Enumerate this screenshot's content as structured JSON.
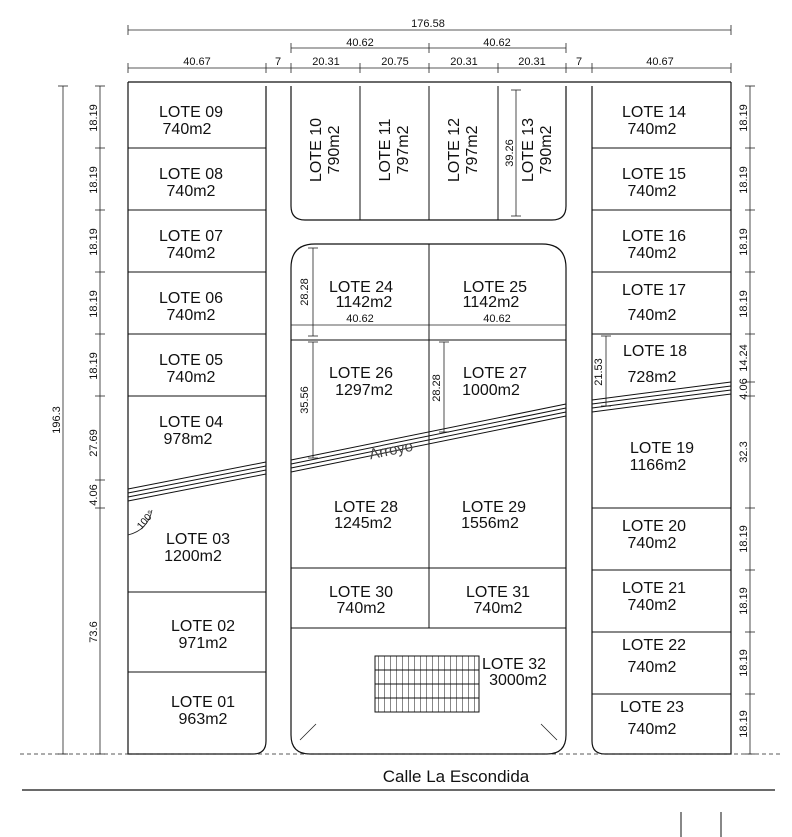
{
  "lots": [
    {
      "id": "lote-09",
      "name": "LOTE 09",
      "area": "740m2"
    },
    {
      "id": "lote-08",
      "name": "LOTE 08",
      "area": "740m2"
    },
    {
      "id": "lote-07",
      "name": "LOTE 07",
      "area": "740m2"
    },
    {
      "id": "lote-06",
      "name": "LOTE 06",
      "area": "740m2"
    },
    {
      "id": "lote-05",
      "name": "LOTE 05",
      "area": "740m2"
    },
    {
      "id": "lote-04",
      "name": "LOTE 04",
      "area": "978m2"
    },
    {
      "id": "lote-03",
      "name": "LOTE 03",
      "area": "1200m2"
    },
    {
      "id": "lote-02",
      "name": "LOTE 02",
      "area": "971m2"
    },
    {
      "id": "lote-01",
      "name": "LOTE 01",
      "area": "963m2"
    },
    {
      "id": "lote-10",
      "name": "LOTE 10",
      "area": "790m2"
    },
    {
      "id": "lote-11",
      "name": "LOTE 11",
      "area": "797m2"
    },
    {
      "id": "lote-12",
      "name": "LOTE 12",
      "area": "797m2"
    },
    {
      "id": "lote-13",
      "name": "LOTE 13",
      "area": "790m2"
    },
    {
      "id": "lote-24",
      "name": "LOTE 24",
      "area": "1142m2"
    },
    {
      "id": "lote-25",
      "name": "LOTE 25",
      "area": "1142m2"
    },
    {
      "id": "lote-26",
      "name": "LOTE 26",
      "area": "1297m2"
    },
    {
      "id": "lote-27",
      "name": "LOTE 27",
      "area": "1000m2"
    },
    {
      "id": "lote-28",
      "name": "LOTE 28",
      "area": "1245m2"
    },
    {
      "id": "lote-29",
      "name": "LOTE 29",
      "area": "1556m2"
    },
    {
      "id": "lote-30",
      "name": "LOTE 30",
      "area": "740m2"
    },
    {
      "id": "lote-31",
      "name": "LOTE 31",
      "area": "740m2"
    },
    {
      "id": "lote-32",
      "name": "LOTE 32",
      "area": "3000m2"
    },
    {
      "id": "lote-14",
      "name": "LOTE 14",
      "area": "740m2"
    },
    {
      "id": "lote-15",
      "name": "LOTE 15",
      "area": "740m2"
    },
    {
      "id": "lote-16",
      "name": "LOTE 16",
      "area": "740m2"
    },
    {
      "id": "lote-17",
      "name": "LOTE 17",
      "area": "740m2"
    },
    {
      "id": "lote-18",
      "name": "LOTE 18",
      "area": "728m2"
    },
    {
      "id": "lote-19",
      "name": "LOTE 19",
      "area": "1166m2"
    },
    {
      "id": "lote-20",
      "name": "LOTE 20",
      "area": "740m2"
    },
    {
      "id": "lote-21",
      "name": "LOTE 21",
      "area": "740m2"
    },
    {
      "id": "lote-22",
      "name": "LOTE 22",
      "area": "740m2"
    },
    {
      "id": "lote-23",
      "name": "LOTE 23",
      "area": "740m2"
    }
  ],
  "street": "Calle La Escondida",
  "stream": "Arroyo",
  "angle": "100°",
  "dims": {
    "total_width": "176.58",
    "block_center_a": "40.62",
    "block_center_b": "40.62",
    "left_block": "40.67",
    "street_left": "7",
    "lot10_w": "20.31",
    "lot11_w": "20.75",
    "lot12_w": "20.31",
    "lot13_w": "20.31",
    "street_right": "7",
    "right_block": "40.67",
    "total_height": "196.3",
    "left_18_a": "18.19",
    "left_18_b": "18.19",
    "left_18_c": "18.19",
    "left_18_d": "18.19",
    "left_18_e": "18.19",
    "left_lote04": "27.69",
    "left_arroyo": "4.06",
    "left_lower": "73.6",
    "right_18_a": "18.19",
    "right_18_b": "18.19",
    "right_18_c": "18.19",
    "right_18_d": "18.19",
    "right_lote18": "14.24",
    "right_arroyo": "4.06",
    "right_lote19": "32.3",
    "right_18_e": "18.19",
    "right_18_f": "18.19",
    "right_18_g": "18.19",
    "right_18_h": "18.19",
    "lote13_depth": "39.26",
    "lote24_depth": "28.28",
    "lote24_w": "40.62",
    "lote25_w": "40.62",
    "lote26_depth": "35.56",
    "lote27_depth": "28.28",
    "lote18_depth": "21.53"
  }
}
